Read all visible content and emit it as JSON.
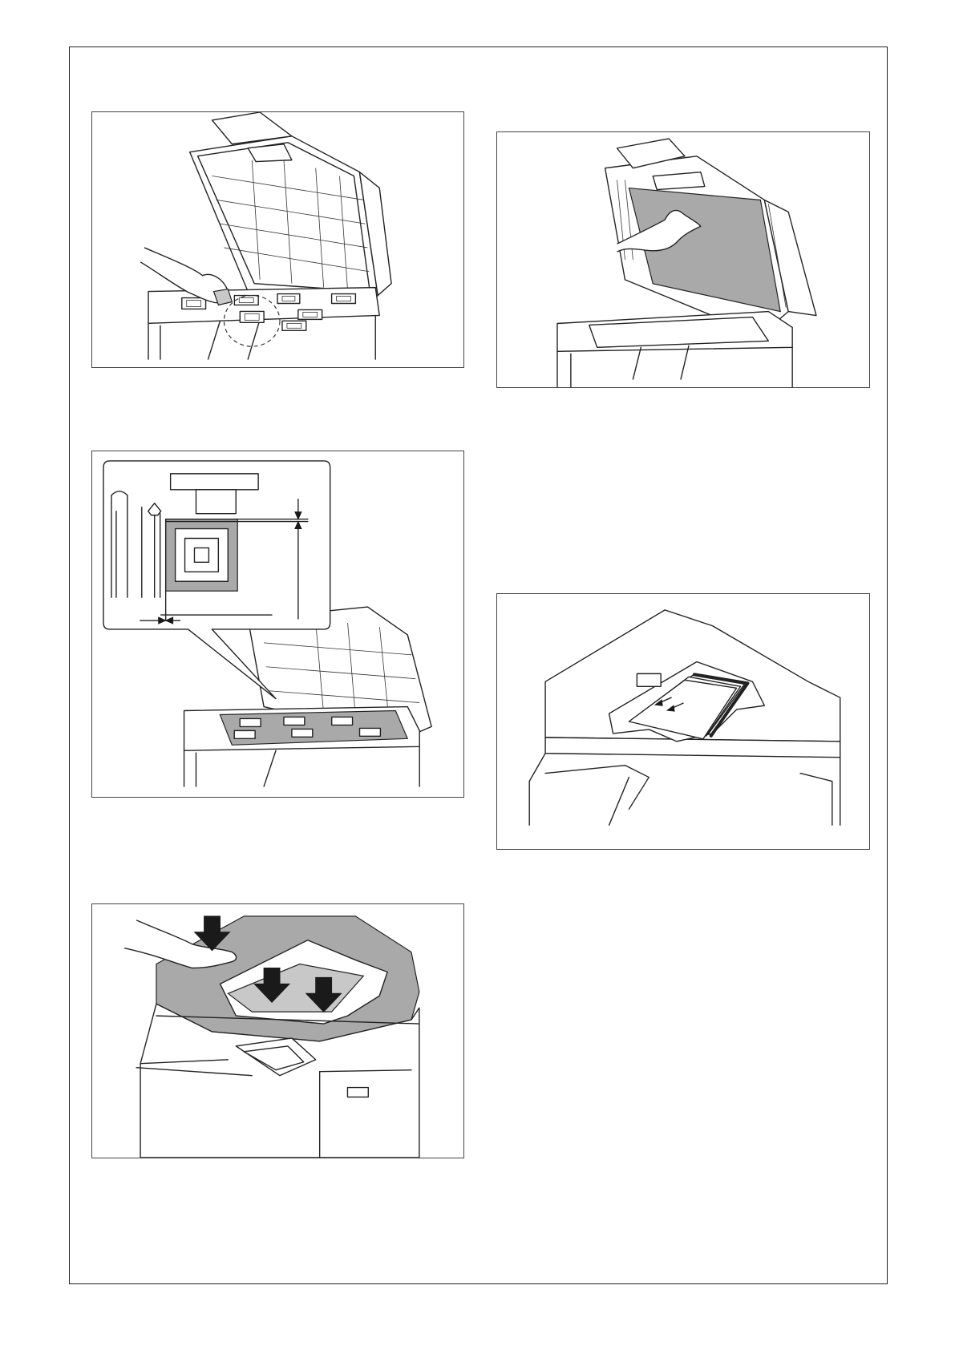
{
  "figures": [
    {
      "icon": "clean-original-glass-illustration"
    },
    {
      "icon": "place-original-on-glass-illustration"
    },
    {
      "icon": "align-original-on-glass-illustration"
    },
    {
      "icon": "load-original-in-adf-illustration"
    },
    {
      "icon": "close-adf-cover-illustration"
    }
  ],
  "colors": {
    "line": "#222222",
    "shade": "#a9a9a9",
    "border": "#444444"
  }
}
